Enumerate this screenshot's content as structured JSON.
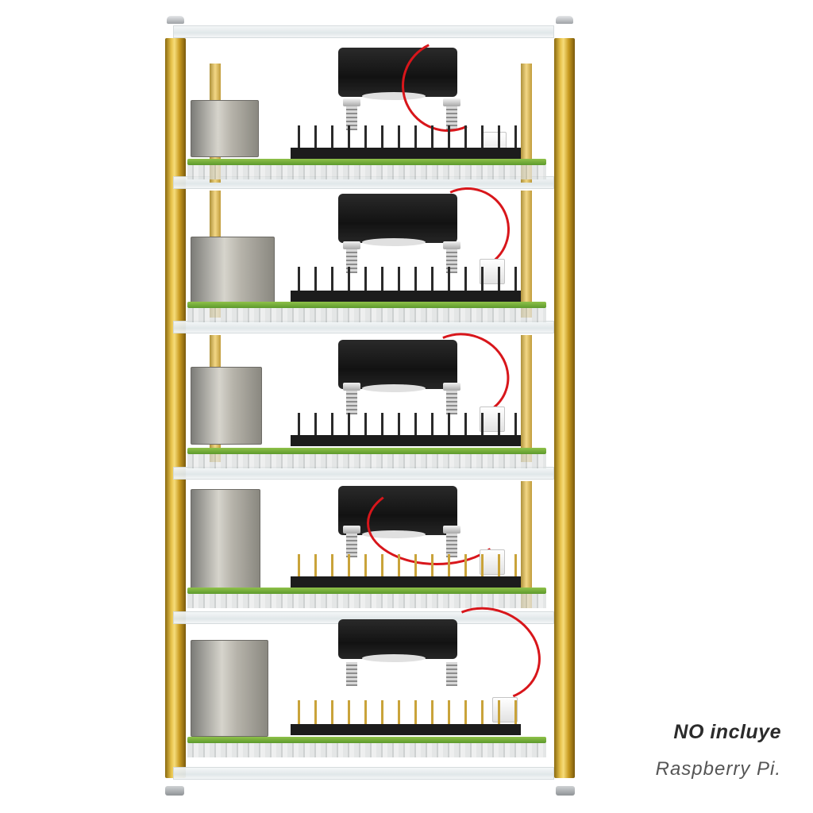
{
  "photo": {
    "subject": "5-tier clear acrylic cluster case with cooling fans",
    "tiers": 5,
    "colors": {
      "background": "#ffffff",
      "brass_standoff": "#e8c24a",
      "pcb_green": "#6fa936",
      "fan_body": "#1a1a1a",
      "wire_red": "#d8161b",
      "wire_black": "#1a1a1a"
    }
  },
  "caption": {
    "line1": "NO incluye",
    "line2": "Raspberry Pi."
  }
}
